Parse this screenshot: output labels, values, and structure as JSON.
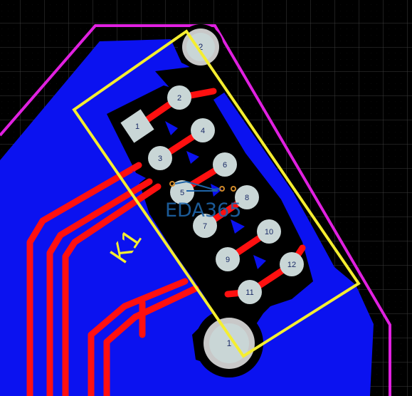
{
  "colors": {
    "background": "#000000",
    "grid": "#4a4a4a",
    "board_outline": "#e020e0",
    "copper_pour": "#0b12f0",
    "trace": "#ff1010",
    "silkscreen": "#f5ee30",
    "pad": "#c9d6d6",
    "mount_hole": "#c8c8c8",
    "watermark": "#1f64a8"
  },
  "component": {
    "designator": "K1",
    "pins": [
      "1",
      "2",
      "3",
      "4",
      "5",
      "6",
      "7",
      "8",
      "9",
      "10",
      "11",
      "12"
    ],
    "mounting_holes": [
      "1",
      "2"
    ]
  },
  "watermark": {
    "text": "EDA365",
    "icon": "logo-icon"
  }
}
